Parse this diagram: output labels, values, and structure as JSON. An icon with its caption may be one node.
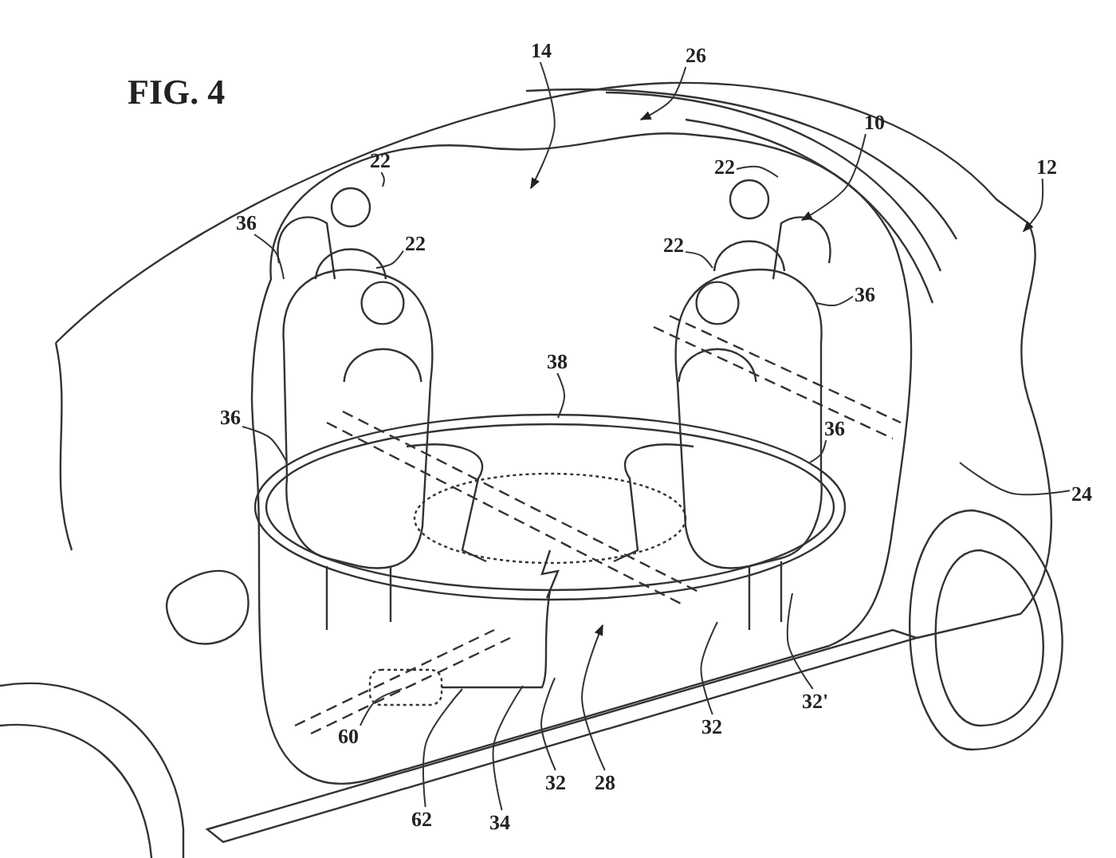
{
  "diagram": {
    "title": "FIG. 4",
    "nodes": [
      {
        "text": [
          "14"
        ]
      },
      {
        "text": [
          "26"
        ]
      },
      {
        "text": [
          "10"
        ]
      },
      {
        "text": [
          "12"
        ]
      },
      {
        "text": [
          "22"
        ]
      },
      {
        "text": [
          "36"
        ]
      },
      {
        "text": [
          "22"
        ]
      },
      {
        "text": [
          "22"
        ]
      },
      {
        "text": [
          "22"
        ]
      },
      {
        "text": [
          "36"
        ]
      },
      {
        "text": [
          "38"
        ]
      },
      {
        "text": [
          "36"
        ]
      },
      {
        "text": [
          "36"
        ]
      },
      {
        "text": [
          "24"
        ]
      },
      {
        "text": [
          "60"
        ]
      },
      {
        "text": [
          "32"
        ]
      },
      {
        "text": [
          "28"
        ]
      },
      {
        "text": [
          "32"
        ]
      },
      {
        "text": [
          "32'"
        ]
      },
      {
        "text": [
          "62"
        ]
      },
      {
        "text": [
          "34"
        ]
      }
    ],
    "edges": [
      {
        "from": 0,
        "to": null,
        "arrow": "to"
      },
      {
        "from": 1,
        "to": null,
        "arrow": "to"
      },
      {
        "from": 2,
        "to": null,
        "arrow": "to"
      },
      {
        "from": 3,
        "to": null,
        "arrow": "to"
      },
      {
        "from": 4,
        "to": null,
        "arrow": "none"
      },
      {
        "from": 5,
        "to": null,
        "arrow": "none"
      },
      {
        "from": 6,
        "to": null,
        "arrow": "none"
      },
      {
        "from": 7,
        "to": null,
        "arrow": "none"
      },
      {
        "from": 8,
        "to": null,
        "arrow": "none"
      },
      {
        "from": 9,
        "to": null,
        "arrow": "none"
      },
      {
        "from": 10,
        "to": null,
        "arrow": "none"
      },
      {
        "from": 11,
        "to": null,
        "arrow": "none"
      },
      {
        "from": 12,
        "to": null,
        "arrow": "none"
      },
      {
        "from": 13,
        "to": null,
        "arrow": "none"
      },
      {
        "from": 14,
        "to": null,
        "arrow": "none"
      },
      {
        "from": 15,
        "to": null,
        "arrow": "none"
      },
      {
        "from": 16,
        "to": null,
        "arrow": "to"
      },
      {
        "from": 17,
        "to": null,
        "arrow": "none"
      },
      {
        "from": 18,
        "to": null,
        "arrow": "none"
      },
      {
        "from": 19,
        "to": null,
        "arrow": "none"
      },
      {
        "from": 20,
        "to": null,
        "arrow": "none"
      }
    ]
  }
}
